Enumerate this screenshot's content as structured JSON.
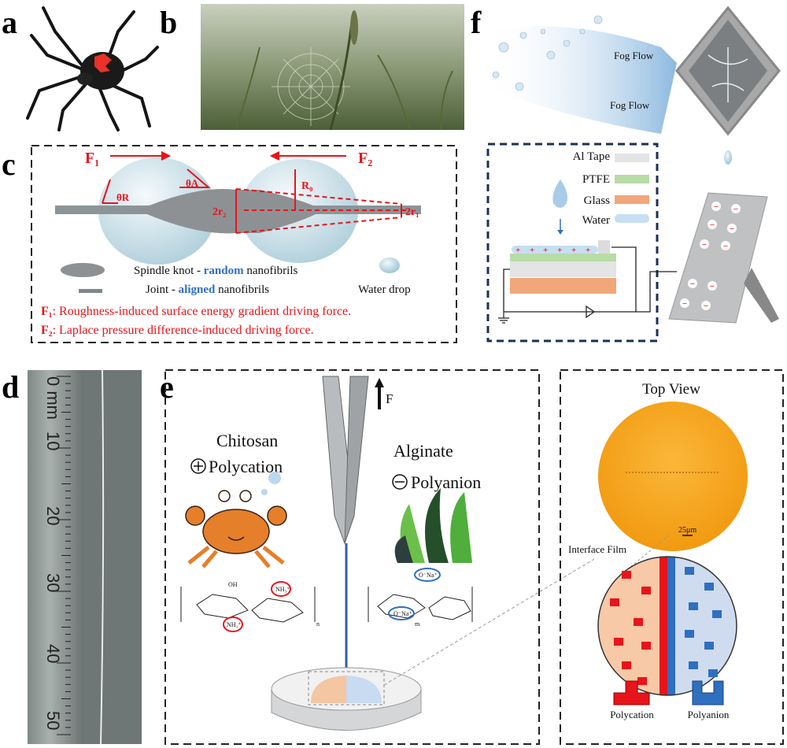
{
  "panel_labels": {
    "a": "a",
    "b": "b",
    "c": "c",
    "d": "d",
    "e": "e",
    "f": "f"
  },
  "panel_c": {
    "force1": "F₁",
    "force2": "F₂",
    "theta_r": "θR",
    "theta_a": "θA",
    "r0": "R₀",
    "two_r2": "2r₂",
    "two_r1": "2r₁",
    "legend_spindle_prefix": "Spindle knot - ",
    "legend_spindle_key": "random",
    "legend_spindle_suffix": " nanofibrils",
    "legend_joint_prefix": "Joint - ",
    "legend_joint_key": "aligned",
    "legend_joint_suffix": " nanofibrils",
    "legend_water": "Water drop",
    "f1_label": "F₁",
    "f1_desc": ": Roughness-induced surface energy gradient driving force.",
    "f2_label": "F₂",
    "f2_desc": ": Laplace pressure difference-induced driving force."
  },
  "panel_f": {
    "fog_flow_1": "Fog Flow",
    "fog_flow_2": "Fog Flow",
    "legend": [
      {
        "label": "Al Tape",
        "color": "#e4e4e4"
      },
      {
        "label": "PTFE",
        "color": "#b9dba6"
      },
      {
        "label": "Glass",
        "color": "#f2a77a"
      },
      {
        "label": "Water",
        "color": "#c6dff2"
      }
    ],
    "plus_sign": "+",
    "minus_sign": "−"
  },
  "panel_d": {
    "ruler_unit": "0 mm",
    "ticks": [
      "10",
      "20",
      "30",
      "40",
      "50"
    ]
  },
  "panel_e": {
    "force": "F",
    "chitosan": "Chitosan",
    "polycation": "Polycation",
    "alginate": "Alginate",
    "polyanion": "Polyanion",
    "nh3": "NH₃⁺",
    "ona": "O⁻Na⁺",
    "oh": "OH",
    "sub_n": "n",
    "sub_m": "m"
  },
  "top_view": {
    "title": "Top View",
    "scale": "25μm",
    "interface_film": "Interface Film",
    "polycation": "Polycation",
    "polyanion": "Polyanion"
  },
  "colors": {
    "red": "#e8141b",
    "blue": "#2f6fc0",
    "navy": "#1c2f55",
    "orange": "#f5a623",
    "peach": "#f7c9a6",
    "lightblue": "#cfdcf0"
  }
}
